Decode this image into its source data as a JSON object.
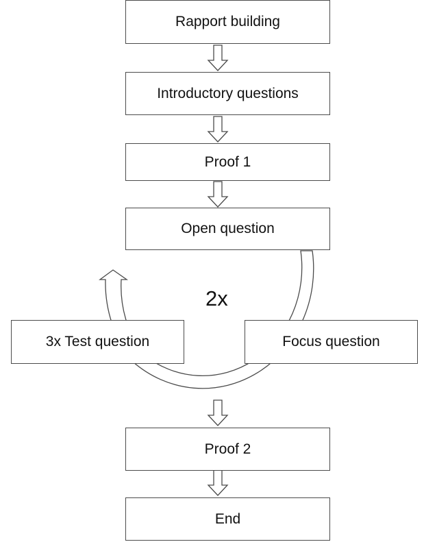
{
  "steps": {
    "rapport": "Rapport building",
    "introductory": "Introductory questions",
    "proof1": "Proof 1",
    "open": "Open question",
    "focus": "Focus question",
    "test": "3x Test question",
    "proof2": "Proof 2",
    "end": "End"
  },
  "loop": {
    "repeat_label": "2x"
  }
}
